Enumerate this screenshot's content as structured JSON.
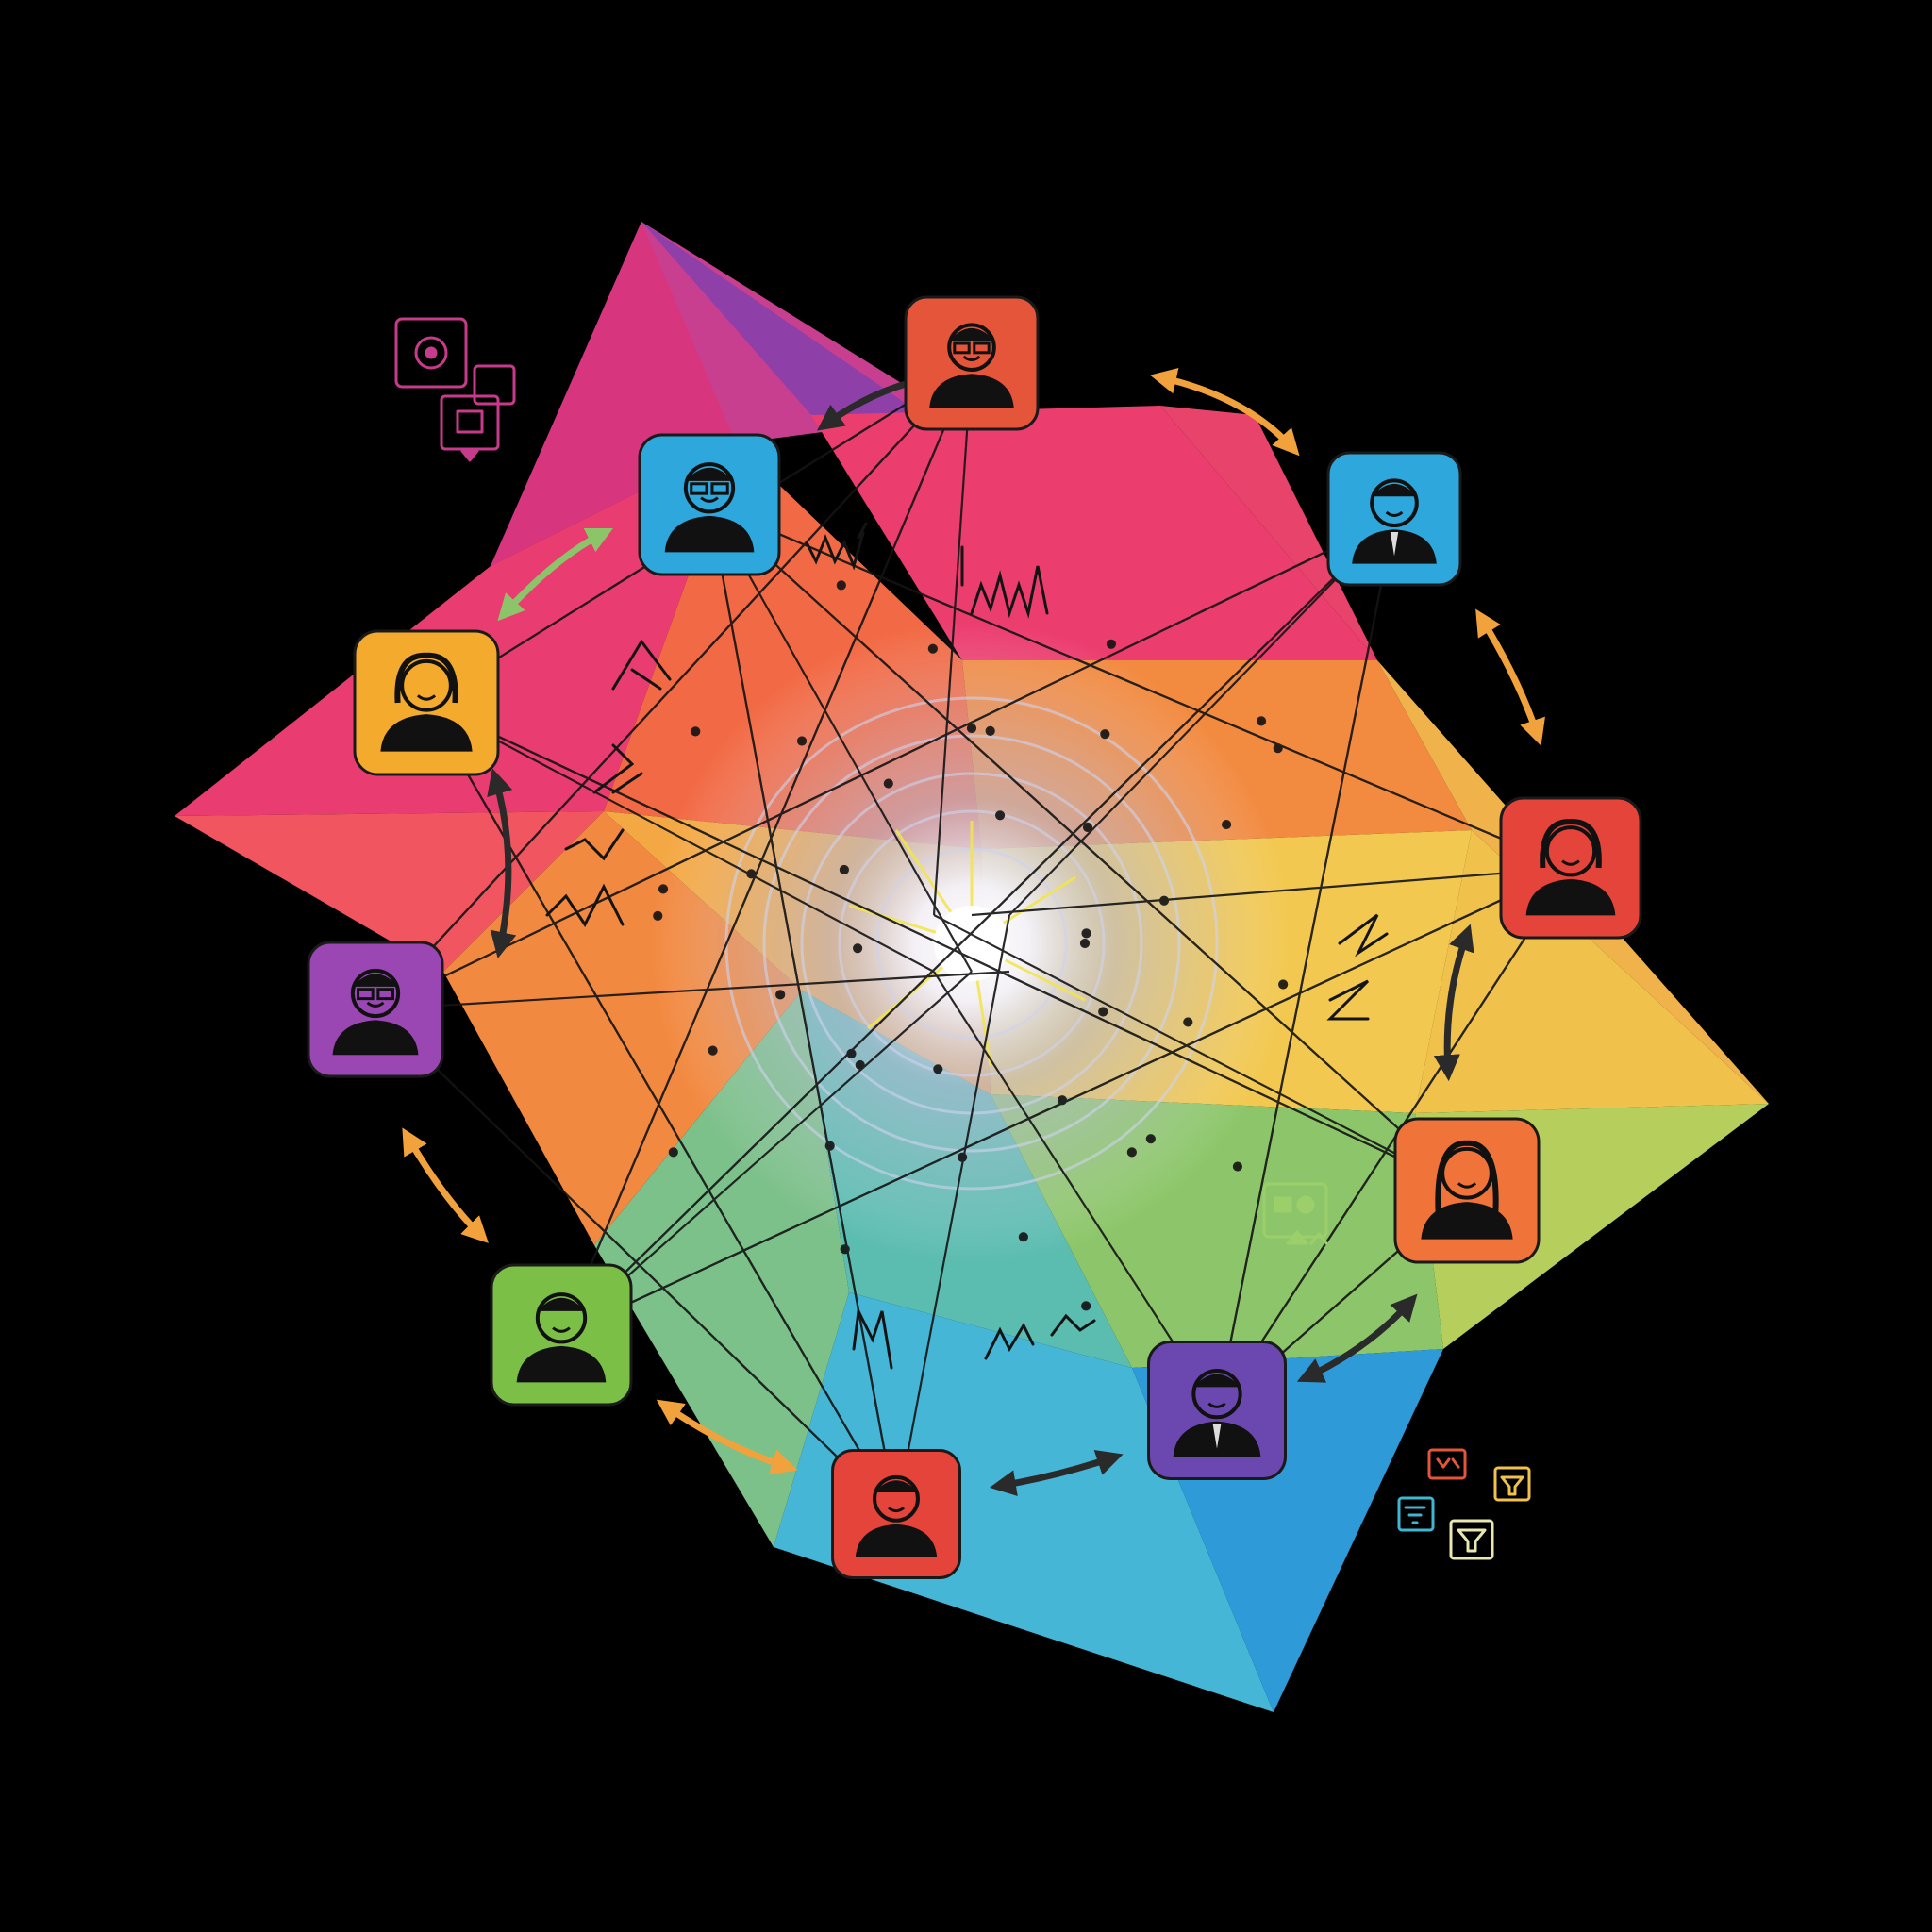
{
  "colors": {
    "background": "#000000",
    "magenta": "#d8357f",
    "purple": "#8e3fa8",
    "pink": "#ec3d6f",
    "orange": "#f27a3c",
    "yellow": "#f0c24b",
    "green": "#8cc46a",
    "cyan": "#3fb7d3",
    "blue": "#2f8fd8",
    "center_glow": "#ffffff"
  },
  "nodes": [
    {
      "id": "top",
      "color": "#e5553a",
      "icon": "person-glasses-icon"
    },
    {
      "id": "upper-left",
      "color": "#2ea8dc",
      "icon": "person-glasses-icon"
    },
    {
      "id": "upper-right",
      "color": "#2ea8dc",
      "icon": "person-suit-icon"
    },
    {
      "id": "left-upper",
      "color": "#f4aa2c",
      "icon": "person-woman-icon"
    },
    {
      "id": "right-upper",
      "color": "#e5443a",
      "icon": "person-woman-icon"
    },
    {
      "id": "left-lower",
      "color": "#9b47b3",
      "icon": "person-glasses-icon"
    },
    {
      "id": "right-lower",
      "color": "#f0743a",
      "icon": "person-woman-long-hair-icon"
    },
    {
      "id": "lower-left",
      "color": "#7cbf46",
      "icon": "person-child-icon"
    },
    {
      "id": "bottom",
      "color": "#e5443a",
      "icon": "person-child-icon"
    },
    {
      "id": "lower-right",
      "color": "#6b48b0",
      "icon": "person-suit-icon"
    }
  ],
  "decorations": [
    {
      "name": "media-devices-icon",
      "color": "#c83a8a"
    },
    {
      "name": "video-camera-icon",
      "color": "#9ccf6a"
    },
    {
      "name": "filter-funnel-icons",
      "color": "#f0c24b"
    }
  ]
}
